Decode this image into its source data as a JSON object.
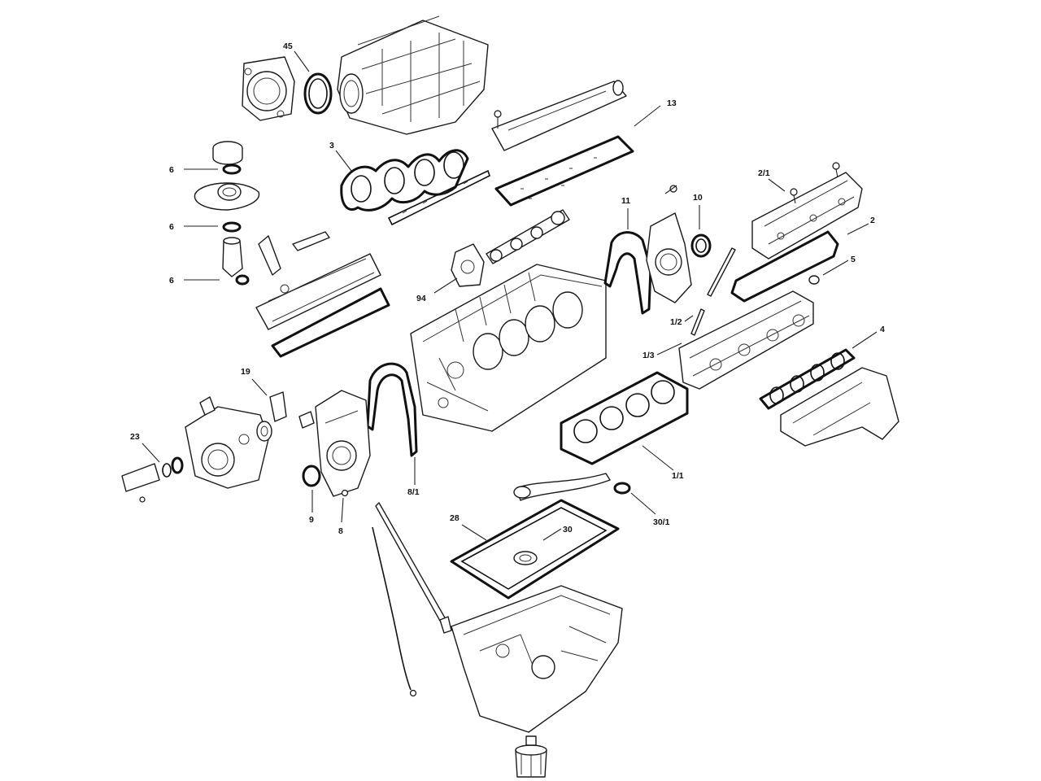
{
  "callouts": {
    "c45": "45",
    "c13": "13",
    "c3": "3",
    "c6a": "6",
    "c6b": "6",
    "c6c": "6",
    "c2_1": "2/1",
    "c11": "11",
    "c10": "10",
    "c2": "2",
    "c5": "5",
    "c94": "94",
    "c1_2": "1/2",
    "c1_3": "1/3",
    "c4": "4",
    "c19": "19",
    "c23": "23",
    "c9": "9",
    "c8": "8",
    "c8_1": "8/1",
    "c1_1": "1/1",
    "c28": "28",
    "c30": "30",
    "c30_1": "30/1"
  }
}
